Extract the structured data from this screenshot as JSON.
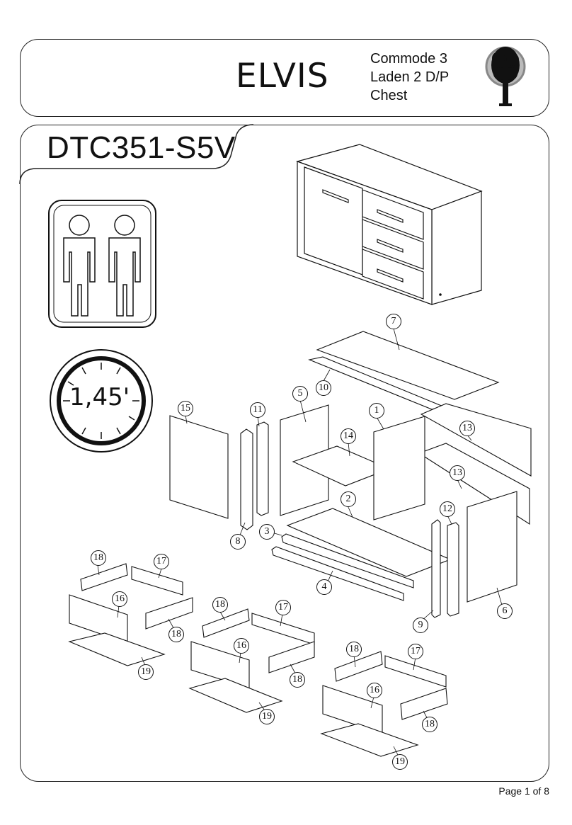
{
  "header": {
    "product_name": "ELVIS",
    "description_lines": [
      "Commode 3",
      "Laden 2 D/P",
      "Chest"
    ]
  },
  "model_code": "DTC351-S5V",
  "assembly": {
    "persons_icon": "two-persons-icon",
    "time_icon": "clock-icon",
    "time_estimate": "1,45'"
  },
  "parts": {
    "p1": "1",
    "p2": "2",
    "p3": "3",
    "p4": "4",
    "p5": "5",
    "p6": "6",
    "p7": "7",
    "p8": "8",
    "p9": "9",
    "p10": "10",
    "p11": "11",
    "p12": "12",
    "p13a": "13",
    "p13b": "13",
    "p14": "14",
    "p15": "15",
    "d1_16": "16",
    "d1_17": "17",
    "d1_18a": "18",
    "d1_18b": "18",
    "d1_19": "19",
    "d2_16": "16",
    "d2_17": "17",
    "d2_18a": "18",
    "d2_18b": "18",
    "d2_19": "19",
    "d3_16": "16",
    "d3_17": "17",
    "d3_18a": "18",
    "d3_18b": "18",
    "d3_19": "19"
  },
  "footer": {
    "page": "Page 1 of 8"
  },
  "icons": {
    "brand": "tree-logo-icon"
  }
}
